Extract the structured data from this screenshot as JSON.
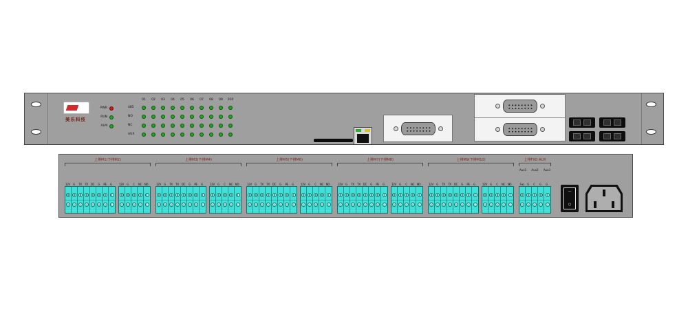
{
  "front_panel": {
    "brand": "美乐科技",
    "status_leds": [
      {
        "label": "PWR",
        "color": "#e01010"
      },
      {
        "label": "RUN",
        "color": "#1da81d"
      },
      {
        "label": "ALM",
        "color": "#1da81d"
      }
    ],
    "led_matrix": {
      "columns": [
        "01",
        "02",
        "03",
        "04",
        "05",
        "06",
        "07",
        "08",
        "09",
        "010"
      ],
      "row_labels": [
        "485",
        "NO",
        "NC",
        "AUX"
      ],
      "led_color": "#1da81d"
    }
  },
  "rear_panel": {
    "terminal_color": "#3fe0d8",
    "groups": [
      {
        "header": "上排M1(下排M2)",
        "blocks": [
          [
            "12V",
            "G",
            "TX",
            "TX",
            "DC",
            "G",
            "PE",
            "G"
          ],
          [
            "12V",
            "G",
            "C",
            "NC",
            "NO"
          ]
        ]
      },
      {
        "header": "上排M3(下排M4)",
        "blocks": [
          [
            "12V",
            "G",
            "TX",
            "TX",
            "DC",
            "G",
            "PE",
            "G"
          ],
          [
            "12V",
            "G",
            "C",
            "NC",
            "NO"
          ]
        ]
      },
      {
        "header": "上排M5(下排M6)",
        "blocks": [
          [
            "12V",
            "G",
            "TX",
            "TX",
            "DC",
            "G",
            "PE",
            "G"
          ],
          [
            "12V",
            "G",
            "C",
            "NC",
            "NO"
          ]
        ]
      },
      {
        "header": "上排M7(下排M8)",
        "blocks": [
          [
            "12V",
            "G",
            "TX",
            "TX",
            "DC",
            "G",
            "PE",
            "G"
          ],
          [
            "12V",
            "G",
            "C",
            "NC",
            "NO"
          ]
        ]
      },
      {
        "header": "上排M9(下排M10)",
        "blocks": [
          [
            "12V",
            "G",
            "TX",
            "TX",
            "DC",
            "G",
            "PE",
            "G"
          ],
          [
            "12V",
            "G",
            "C",
            "NC",
            "NO"
          ]
        ]
      },
      {
        "header": "上排FXO AUX",
        "aux_labels": [
          "Aux1",
          "Aux2",
          "Aux3"
        ],
        "blocks": [
          [
            "Fxo",
            "G",
            "C",
            "G",
            "G"
          ]
        ]
      }
    ],
    "power_switch": {
      "on": "—",
      "off": "○"
    }
  }
}
